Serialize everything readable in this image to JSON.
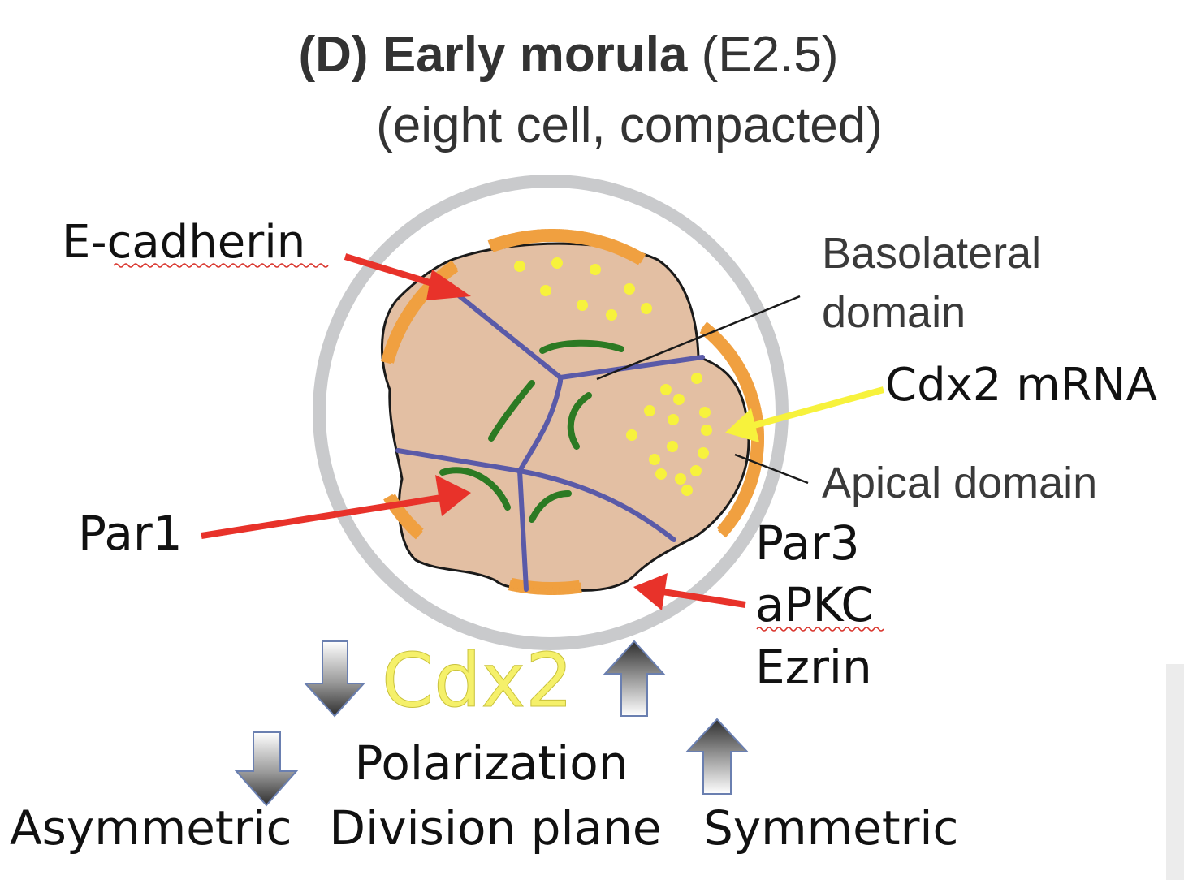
{
  "title": {
    "panel": "(D)",
    "stage": "Early morula",
    "timepoint": "(E2.5)",
    "subtitle": "(eight cell, compacted)"
  },
  "labels": {
    "e_cadherin": "E-cadherin",
    "basolateral_line1": "Basolateral",
    "basolateral_line2": "domain",
    "cdx2_mrna": "Cdx2 mRNA",
    "apical_domain": "Apical domain",
    "par1": "Par1",
    "par3": "Par3",
    "apkc": "aPKC",
    "ezrin": "Ezrin"
  },
  "bottom": {
    "cdx2": "Cdx2",
    "polarization": "Polarization",
    "division_plane": "Division plane",
    "asymmetric": "Asymmetric",
    "symmetric": "Symmetric"
  },
  "colors": {
    "zona": "#c9cacc",
    "cell_fill": "#e3bfa3",
    "cell_outline": "#1a1a1a",
    "junction": "#5a5aa8",
    "par1": "#2c7a23",
    "apical": "#f0a040",
    "mrna": "#f7f23c",
    "red_arrow": "#e8322a",
    "yellow_arrow": "#f7f23c",
    "cdx2_text": "#f5f06a",
    "text_dark": "#222222",
    "text_grey": "#3a3a3a"
  },
  "icons": {
    "down_arrow": "gradient-down-arrow-icon",
    "up_arrow": "gradient-up-arrow-icon"
  }
}
